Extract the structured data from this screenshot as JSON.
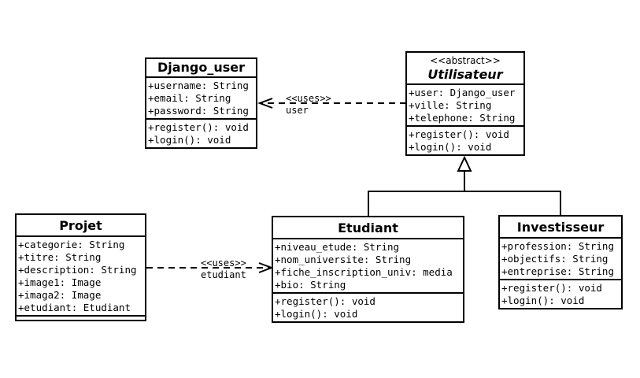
{
  "classes": {
    "django_user": {
      "name": "Django_user",
      "attributes": [
        "+username: String",
        "+email: String",
        "+password: String"
      ],
      "operations": [
        "+register(): void",
        "+login(): void"
      ]
    },
    "utilisateur": {
      "stereotype": "<<abstract>>",
      "name": "Utilisateur",
      "attributes": [
        "+user: Django_user",
        "+ville: String",
        "+telephone: String"
      ],
      "operations": [
        "+register(): void",
        "+login(): void"
      ]
    },
    "projet": {
      "name": "Projet",
      "attributes": [
        "+categorie: String",
        "+titre: String",
        "+description: String",
        "+image1: Image",
        "+imaga2: Image",
        "+etudiant: Etudiant"
      ],
      "operations": []
    },
    "etudiant": {
      "name": "Etudiant",
      "attributes": [
        "+niveau_etude: String",
        "+nom_universite: String",
        "+fiche_inscription_univ: media",
        "+bio: String"
      ],
      "operations": [
        "+register(): void",
        "+login(): void"
      ]
    },
    "investisseur": {
      "name": "Investisseur",
      "attributes": [
        "+profession: String",
        "+objectifs: String",
        "+entreprise: String"
      ],
      "operations": [
        "+register(): void",
        "+login(): void"
      ]
    }
  },
  "edges": {
    "utilisateur_uses_django_user": {
      "stereotype": "<<uses>>",
      "role": "user"
    },
    "projet_uses_etudiant": {
      "stereotype": "<<uses>>",
      "role": "etudiant"
    }
  }
}
